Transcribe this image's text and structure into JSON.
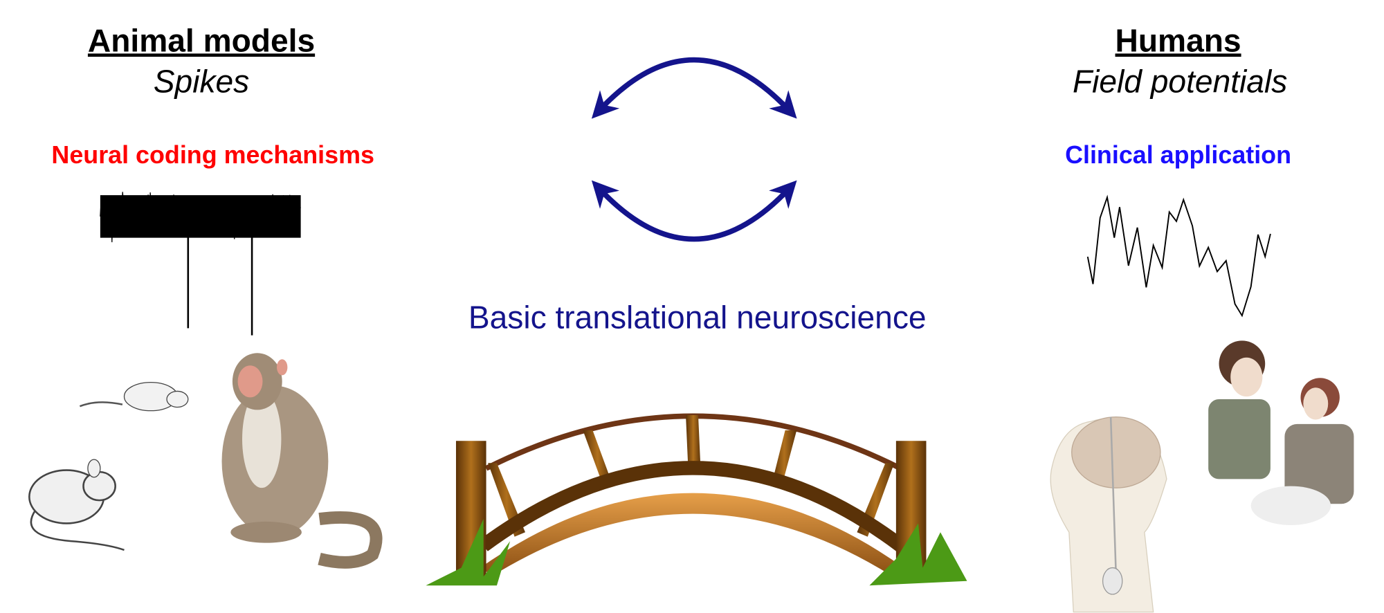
{
  "left": {
    "heading": "Animal models",
    "subheading": "Spikes",
    "label": "Neural coding mechanisms",
    "label_color": "#ff0000"
  },
  "right": {
    "heading": "Humans",
    "subheading": "Field potentials",
    "label": "Clinical application",
    "label_color": "#1a0fff"
  },
  "center": {
    "title": "Basic translational neuroscience",
    "title_color": "#14148c",
    "arrow_color": "#14148c"
  }
}
